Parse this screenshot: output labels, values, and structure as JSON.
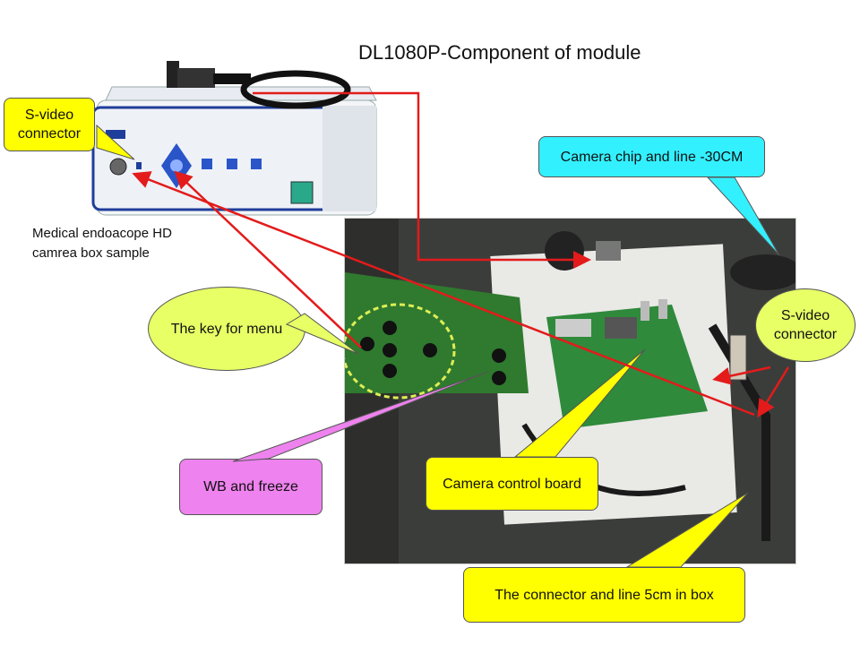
{
  "title": "DL1080P-Component of  module",
  "camera_box_caption_line1": "Medical endoacope HD",
  "camera_box_caption_line2": " camrea box sample",
  "callouts": {
    "svideo_top": "S-video connector",
    "camera_chip": "Camera chip and line -30CM",
    "menu_key": "The key  for menu",
    "svideo_right": "S-video connector",
    "wb_freeze": "WB and freeze",
    "control_board": "Camera control board",
    "connector_line": "The connector and line 5cm in box"
  },
  "colors": {
    "callout_yellow": "#ffff00",
    "callout_cyan": "#33f0ff",
    "callout_pink": "#ee82ee",
    "callout_green": "#e8ff66",
    "arrow_red": "#e31b1b"
  }
}
